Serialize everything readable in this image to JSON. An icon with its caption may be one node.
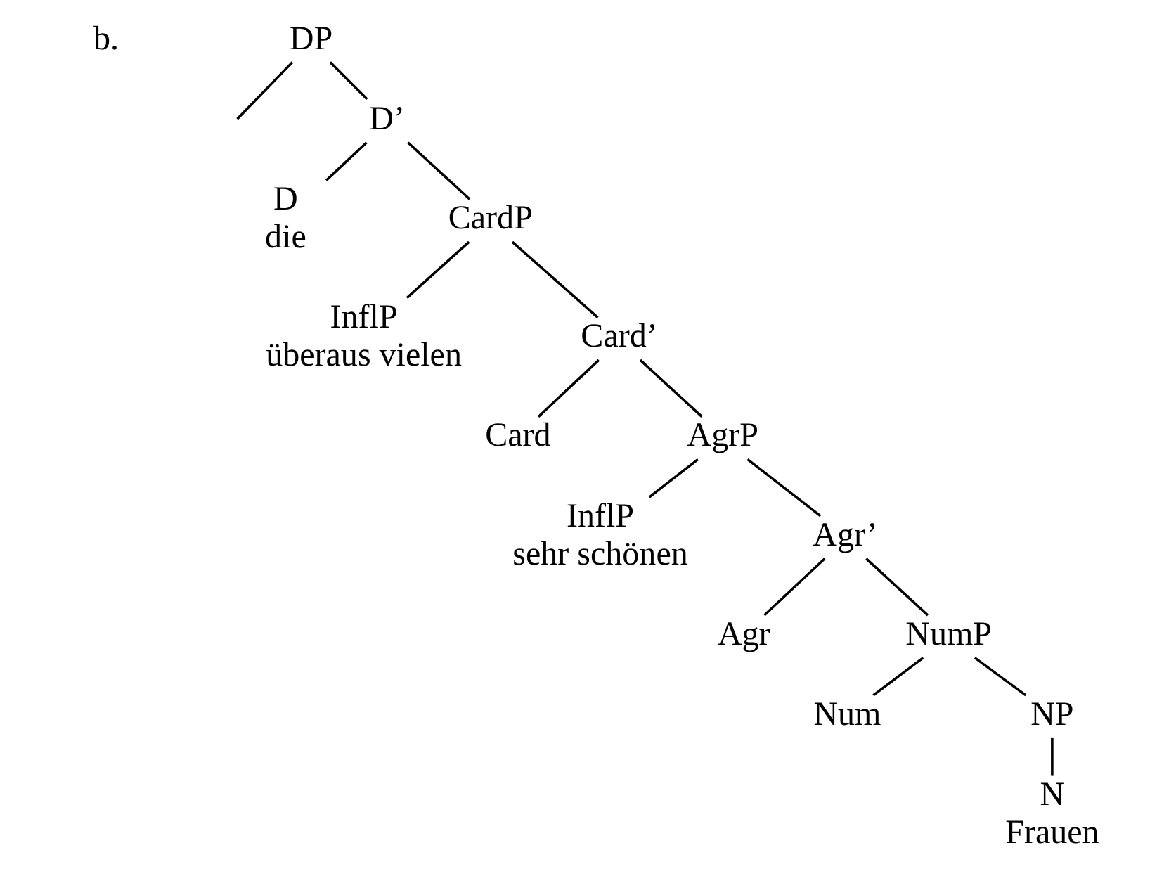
{
  "diagram": {
    "nodes": [
      {
        "text": [
          "DP"
        ]
      },
      {
        "text": [
          "D’"
        ]
      },
      {
        "text": [
          "D",
          "die"
        ]
      },
      {
        "text": [
          "CardP"
        ]
      },
      {
        "text": [
          "InflP",
          "überaus vielen"
        ]
      },
      {
        "text": [
          "Card’"
        ]
      },
      {
        "text": [
          "Card"
        ]
      },
      {
        "text": [
          "AgrP"
        ]
      },
      {
        "text": [
          "InflP",
          "sehr schönen"
        ]
      },
      {
        "text": [
          "Agr’"
        ]
      },
      {
        "text": [
          "Agr"
        ]
      },
      {
        "text": [
          "NumP"
        ]
      },
      {
        "text": [
          "Num"
        ]
      },
      {
        "text": [
          "NP"
        ]
      },
      {
        "text": [
          "N",
          "Frauen"
        ]
      }
    ],
    "edges": [
      {
        "from": 0,
        "to": null,
        "arrow": "none"
      },
      {
        "from": 0,
        "to": 1,
        "arrow": "none"
      },
      {
        "from": 1,
        "to": 2,
        "arrow": "none"
      },
      {
        "from": 1,
        "to": 3,
        "arrow": "none"
      },
      {
        "from": 3,
        "to": 4,
        "arrow": "none"
      },
      {
        "from": 3,
        "to": 5,
        "arrow": "none"
      },
      {
        "from": 5,
        "to": 6,
        "arrow": "none"
      },
      {
        "from": 5,
        "to": 7,
        "arrow": "none"
      },
      {
        "from": 7,
        "to": 8,
        "arrow": "none"
      },
      {
        "from": 7,
        "to": 9,
        "arrow": "none"
      },
      {
        "from": 9,
        "to": 10,
        "arrow": "none"
      },
      {
        "from": 9,
        "to": 11,
        "arrow": "none"
      },
      {
        "from": 11,
        "to": 12,
        "arrow": "none"
      },
      {
        "from": 11,
        "to": 13,
        "arrow": "none"
      },
      {
        "from": 13,
        "to": 14,
        "arrow": "none"
      }
    ],
    "labels": [
      "b."
    ]
  }
}
